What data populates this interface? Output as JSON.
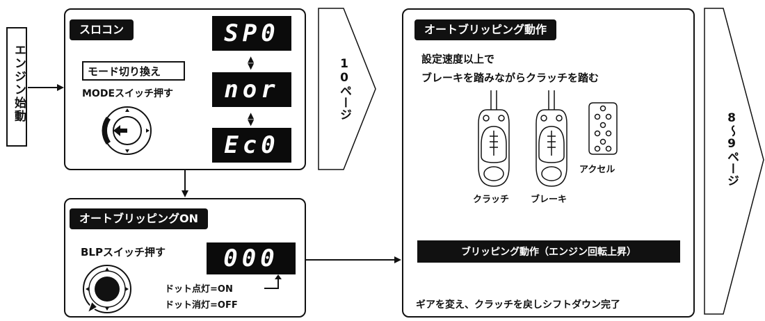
{
  "engine_start": "エンジン始動",
  "surocon": {
    "title": "スロコン",
    "mode_label": "モード切り換え",
    "mode_switch": "MODEスイッチ押す",
    "lcd_values": [
      "SP0",
      "nor",
      "Ec0"
    ]
  },
  "page_ref_10": "10ページ",
  "auto_blip_on": {
    "title": "オートブリッピングON",
    "blp_switch": "BLPスイッチ押す",
    "lcd_value": "000",
    "dot_on": "ドット点灯=ON",
    "dot_off": "ドット消灯=OFF"
  },
  "auto_blip_action": {
    "title": "オートブリッピング動作",
    "condition_line1": "設定速度以上で",
    "condition_line2": "ブレーキを踏みながらクラッチを踏む",
    "pedal_clutch": "クラッチ",
    "pedal_brake": "ブレーキ",
    "pedal_accel": "アクセル",
    "blip_banner": "ブリッピング動作（エンジン回転上昇）",
    "final_step": "ギアを変え、クラッチを戻しシフトダウン完了"
  },
  "page_ref_8_9": "8〜9ページ"
}
